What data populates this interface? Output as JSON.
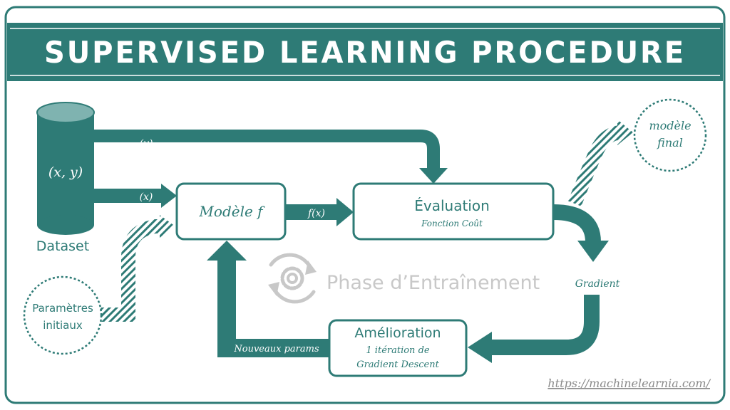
{
  "title": "Supervised Learning Procedure",
  "colors": {
    "teal": "#2e7b76",
    "teal_light": "#7fb3b0",
    "white": "#ffffff",
    "grey": "#c8c8c8",
    "url": "#8a8a8a"
  },
  "dataset": {
    "label": "Dataset",
    "content": "(x, y)"
  },
  "arrows": {
    "y_label": "(y)",
    "x_label": "(x)",
    "fx_label": "f(x)",
    "gradient_label": "Gradient",
    "new_params_label": "Nouveaux params"
  },
  "nodes": {
    "model": {
      "label": "Modèle f"
    },
    "evaluation": {
      "title": "Évaluation",
      "subtitle": "Fonction Coût"
    },
    "improvement": {
      "title": "Amélioration",
      "line1": "1 itération de",
      "line2": "Gradient Descent"
    },
    "initial_params": {
      "line1": "Paramètres",
      "line2": "initiaux"
    },
    "final_model": {
      "line1": "modèle",
      "line2": "final"
    }
  },
  "watermark": {
    "text": "Phase d’Entraînement",
    "icon": "gear-cycle-icon"
  },
  "footer": {
    "url": "https://machinelearnia.com/"
  }
}
